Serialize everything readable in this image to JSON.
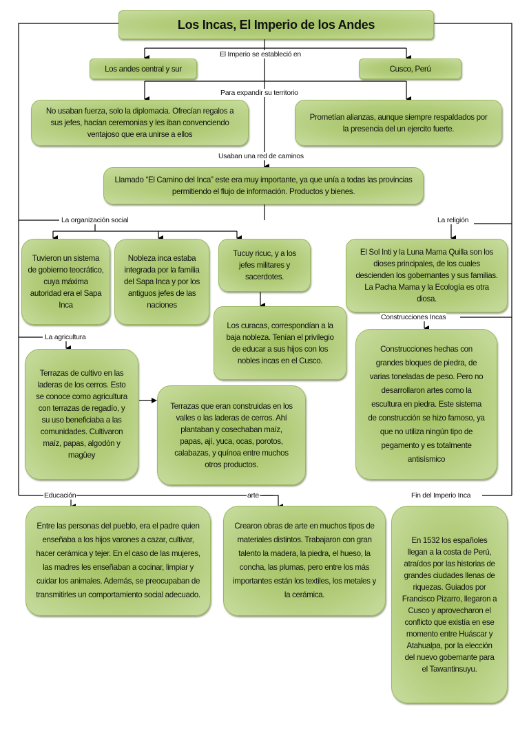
{
  "title": "Los Incas, El Imperio de los Andes",
  "connectors": {
    "established": "El Imperio se estableció en",
    "expand": "Para expandir su territorio",
    "roads": "Usaban una red de caminos",
    "social": "La organización social",
    "religion": "La religión",
    "constructions": "Construcciones Incas",
    "agriculture": "La agricultura",
    "education": "Educación",
    "art": "arte",
    "end": "Fin del Imperio Inca"
  },
  "nodes": {
    "andes": "Los andes central y sur",
    "cusco": "Cusco, Perú",
    "diplomacy": "No usaban fuerza, solo la diplomacia. Ofrecían regalos a sus jefes, hacían ceremonias y les iban convenciendo ventajoso que era unirse a ellos",
    "alliances": "Prometían alianzas, aunque siempre respaldados por la presencia del un ejercito fuerte.",
    "camino": "Llamado “El Camino del Inca” este era muy importante, ya que unía a todas las provincias permitiendo el flujo de información. Productos y bienes.",
    "theocracy": "Tuvieron un sistema de gobierno teocrático, cuya máxima autoridad era el Sapa Inca",
    "nobility": "Nobleza inca estaba integrada por la familia del Sapa Inca y por los antiguos jefes de las naciones",
    "tucuy": "Tucuy ricuc, y a los jefes militares y sacerdotes.",
    "curacas": "Los curacas, correspondían a la baja nobleza. Tenían el privilegio de educar a sus hijos con los nobles incas en el Cusco.",
    "religion": "El Sol Inti y la Luna Mama Quilla son los dioses principales, de los cuales descienden los gobernantes y sus familias. La Pacha Mama y la Ecología es otra diosa.",
    "constructions": "Construcciones hechas con grandes bloques de piedra, de varias toneladas de peso. Pero no desarrollaron artes como la escultura en piedra. Este sistema de construcción se hizo famoso, ya que no utiliza ningún tipo de pegamento y es totalmente antisísmico",
    "terraces": "Terrazas de cultivo en las laderas de los cerros. Esto se conoce como agricultura con terrazas de regadío, y su uso beneficiaba a las comunidades. Cultivaron maíz, papas, algodón y magüey",
    "valleys": "Terrazas que eran construidas en los valles o las laderas de cerros. Ahí plantaban y cosechaban maíz, papas, ají, yuca, ocas, porotos, calabazas, y quínoa entre muchos otros productos.",
    "education": "Entre las personas del pueblo, era el padre quien enseñaba a los hijos varones a cazar, cultivar, hacer cerámica y tejer. En el caso de las mujeres, las madres les enseñaban a cocinar, limpiar y cuidar los animales. Además, se preocupaban de transmitirles un comportamiento social adecuado.",
    "art": "Crearon obras de arte en muchos tipos de materiales distintos. Trabajaron con gran talento la madera, la piedra, el hueso, la concha, las plumas, pero entre los más importantes están los textiles, los metales y la cerámica.",
    "end": "En 1532 los españoles llegan a la costa de Perú, atraídos por las historias de grandes ciudades llenas de riquezas. Guiados por Francisco Pizarro, llegaron a Cusco y aprovecharon el conflicto que existía en ese momento entre Huáscar y Atahualpa, por la elección del nuevo gobernante para el Tawantinsuyu."
  }
}
